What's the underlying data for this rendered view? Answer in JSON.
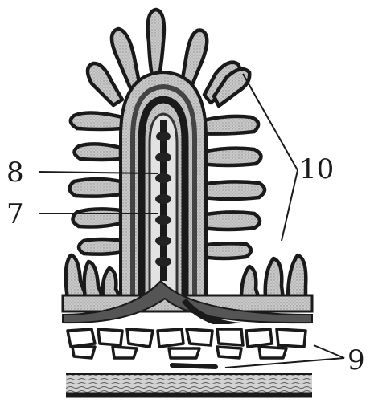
{
  "labels": {
    "l7": "7",
    "l8": "8",
    "l9": "9",
    "l10": "10"
  }
}
